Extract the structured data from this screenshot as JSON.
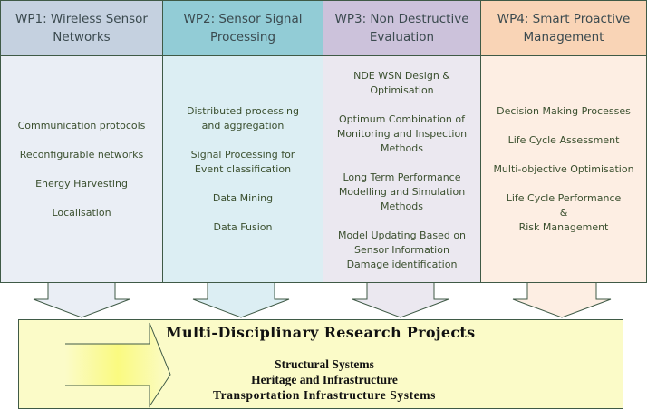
{
  "columns": [
    {
      "title": "WP1: Wireless Sensor Networks",
      "header_color": "#c5d1e0",
      "body_color": "#eaeef5",
      "items": [
        "Communication protocols",
        "Reconfigurable networks",
        "Energy Harvesting",
        "Localisation"
      ]
    },
    {
      "title": "WP2: Sensor Signal Processing",
      "header_color": "#92ccd6",
      "body_color": "#dceef3",
      "items": [
        "Distributed processing and aggregation",
        "Signal Processing for Event classification",
        "Data Mining",
        "Data Fusion"
      ]
    },
    {
      "title": "WP3: Non Destructive Evaluation",
      "header_color": "#ccc2db",
      "body_color": "#ebe8f0",
      "items": [
        "NDE WSN Design & Optimisation",
        "Optimum Combination of Monitoring and Inspection Methods",
        "Long Term Performance Modelling and Simulation Methods",
        "Model Updating Based on Sensor Information Damage identification"
      ]
    },
    {
      "title": "WP4: Smart Proactive Management",
      "header_color": "#f9d4b6",
      "body_color": "#fdeee3",
      "items": [
        "Decision Making Processes",
        "Life Cycle Assessment",
        "Multi-objective Optimisation",
        "Life Cycle Performance\n&\nRisk Management"
      ]
    }
  ],
  "research": {
    "title": "Multi-Disciplinary Research Projects",
    "projects": [
      "Structural Systems",
      "Heritage and Infrastructure",
      "Transportation Infrastructure Systems"
    ],
    "box_color": "#fbfbc8"
  }
}
